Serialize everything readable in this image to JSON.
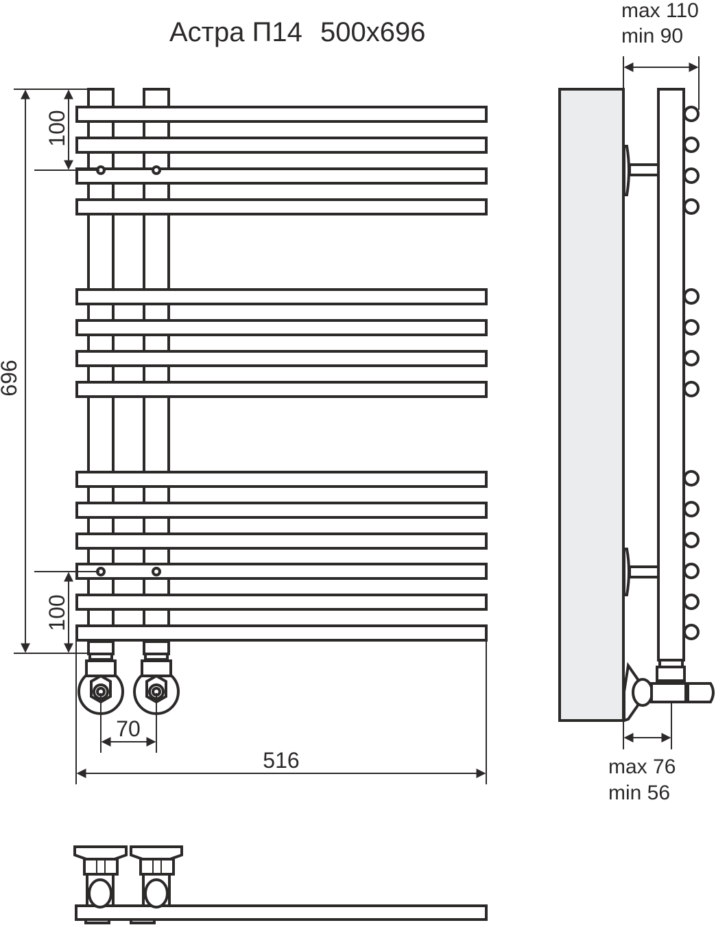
{
  "title": {
    "model": "Астра П14",
    "size": "500x696"
  },
  "dimensions": {
    "height_total": "696",
    "top_connection_offset": "100",
    "bottom_connection_offset": "100",
    "connection_spacing": "70",
    "width_total": "516",
    "wall_distance_max": "max 110",
    "wall_distance_min": "min 90",
    "valve_distance_max": "max 76",
    "valve_distance_min": "min 56"
  },
  "views": [
    "front-view",
    "side-view",
    "bottom-view"
  ],
  "colors": {
    "line": "#2b2a29",
    "wall_fill": "#ebeced",
    "background": "#ffffff"
  },
  "structure": {
    "crossbar_groups": [
      4,
      4,
      6
    ],
    "crossbar_count": 14
  }
}
